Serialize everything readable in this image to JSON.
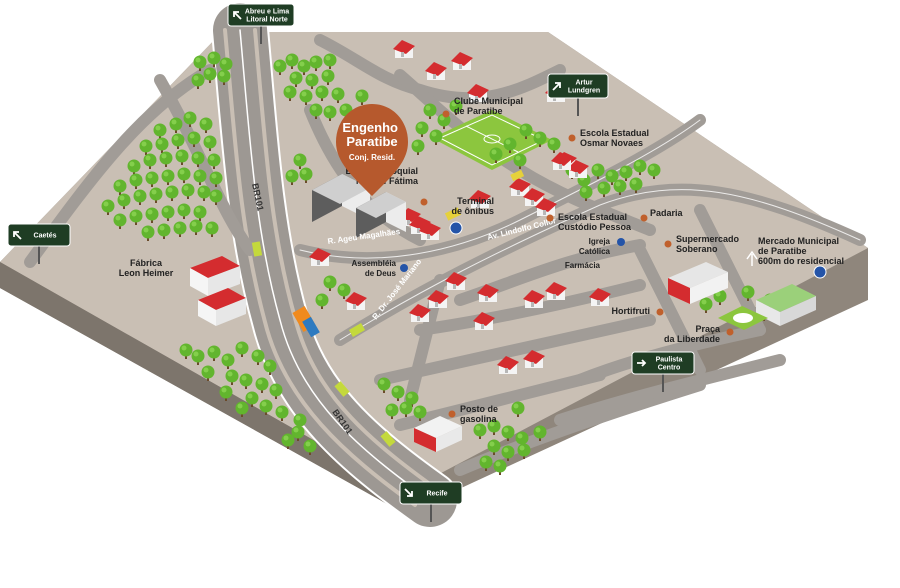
{
  "colors": {
    "ground": "#c9bfb4",
    "ground_side": "#8f867c",
    "road": "#a19c97",
    "road_edge": "#ffffff",
    "tree": "#62b52e",
    "tree_trunk": "#6b4b2a",
    "house_roof": "#d42c2f",
    "house_wall": "#ffffff",
    "sign_bg": "#1f3d24",
    "pin": "#b6592d",
    "poi_orange": "#c0602c",
    "poi_blue": "#2454a8",
    "field": "#8cc63e"
  },
  "pin": {
    "title": "Engenho Paratibe",
    "subtitle": "Conj. Resid."
  },
  "signs": {
    "abreu": "Abreu e Lima Litoral Norte",
    "artur": "Artur Lundgren",
    "cates": "Caetés",
    "paulista": "Paulista Centro",
    "recife": "Recife"
  },
  "roads": {
    "br101_top": "BR101",
    "br101_bottom": "BR101",
    "ageu": "R. Ageu Magalhães",
    "jose_mariano": "R. Dr. José Mariano",
    "lindolfo": "Av. Lindolfo Collor"
  },
  "places": {
    "clube": "Clube Municipal de Paratibe",
    "escola_osmar": "Escola Estadual Osmar Novaes",
    "escola_paroquial": "Escola Paroquial N.S. de Fátima",
    "terminal": "Terminal de ônibus",
    "escola_custodio": "Escola Estadual Custódio Pessoa",
    "padaria": "Padaria",
    "igreja": "Igreja Católica",
    "farmacia": "Farmácia",
    "supermercado": "Supermercado Soberano",
    "mercado": "Mercado Municipal de Paratibe 600m do residencial",
    "assembleia": "Assembléia de Deus",
    "fabrica": "Fábrica Leon Heimer",
    "hortifruti": "Hortifruti",
    "praca": "Praça da Liberdade",
    "posto": "Posto de gasolina"
  }
}
